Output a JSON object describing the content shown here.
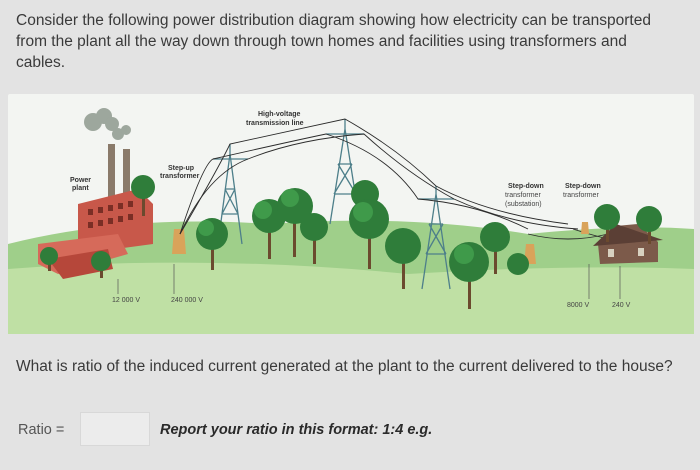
{
  "question": {
    "intro": "Consider the following power distribution diagram showing how electricity can be transported from the plant all the way down through town homes and facilities using transformers and cables.",
    "prompt": "What is ratio of the induced current generated at the plant to the current delivered to the house?"
  },
  "diagram": {
    "labels": {
      "power_plant_line1": "Power",
      "power_plant_line2": "plant",
      "step_up_line1": "Step-up",
      "step_up_line2": "transformer",
      "high_voltage_line1": "High-voltage",
      "high_voltage_line2": "transmission line",
      "step_down_sub_line1": "Step-down",
      "step_down_sub_line2": "transformer",
      "step_down_sub_line3": "(substation)",
      "step_down_line1": "Step-down",
      "step_down_line2": "transformer"
    },
    "voltages": {
      "plant": "12 000 V",
      "transmission": "240 000 V",
      "distribution": "8000 V",
      "house": "240 V"
    }
  },
  "answer": {
    "label": "Ratio =",
    "value": "",
    "format_note": "Report your ratio in this format: 1:4 e.g."
  }
}
